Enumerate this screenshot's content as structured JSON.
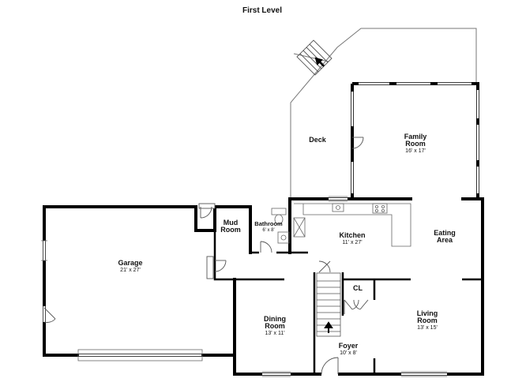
{
  "title": "First Level",
  "rooms": {
    "deck": {
      "name": "Deck"
    },
    "family_room": {
      "name_1": "Family",
      "name_2": "Room",
      "dims": "16' x 17'"
    },
    "mud_room": {
      "name_1": "Mud",
      "name_2": "Room"
    },
    "bathroom": {
      "name": "Bathroom",
      "dims": "6' x 8'"
    },
    "kitchen": {
      "name": "Kitchen",
      "dims": "11' x 27'"
    },
    "eating_area": {
      "name_1": "Eating",
      "name_2": "Area"
    },
    "garage": {
      "name": "Garage",
      "dims": "21' x 27'"
    },
    "closet": {
      "name": "CL"
    },
    "dining_room": {
      "name_1": "Dining",
      "name_2": "Room",
      "dims": "13' x 11'"
    },
    "living_room": {
      "name_1": "Living",
      "name_2": "Room",
      "dims": "13' x 15'"
    },
    "foyer": {
      "name": "Foyer",
      "dims": "10' x 8'"
    }
  },
  "colors": {
    "wall": "#000000",
    "thin_line": "#555555",
    "window": "#bbbbbb",
    "background": "#ffffff"
  }
}
